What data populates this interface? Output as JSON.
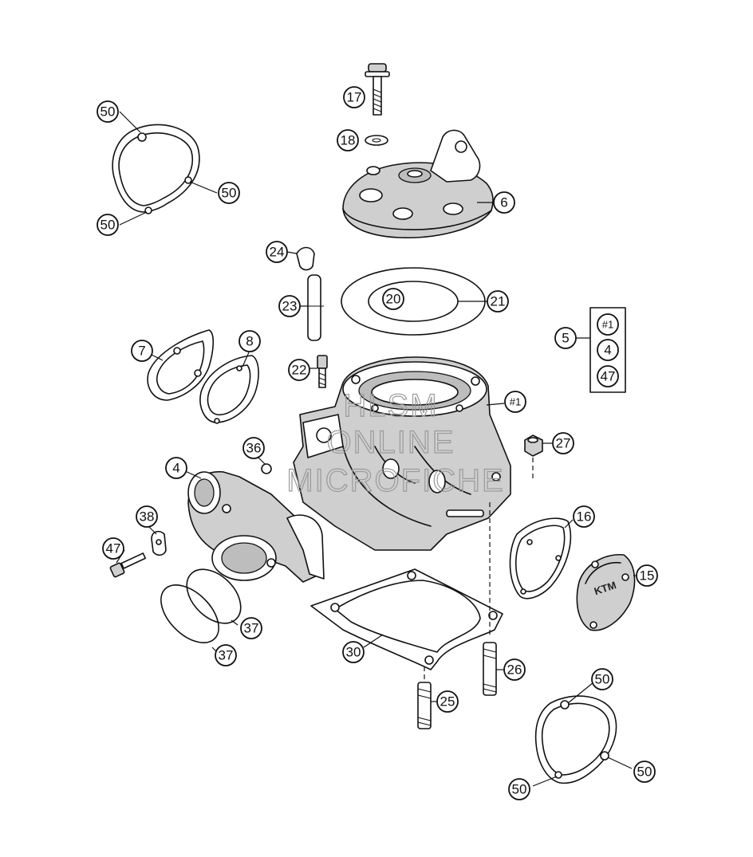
{
  "callouts": {
    "c17": "17",
    "c18": "18",
    "c6": "6",
    "c24": "24",
    "c23": "23",
    "c20": "20",
    "c21": "21",
    "c22": "22",
    "c7": "7",
    "c8": "8",
    "c5": "5",
    "c5a": "#1",
    "c5b": "4",
    "c5c": "47",
    "c1": "#1",
    "c27": "27",
    "c36": "36",
    "c4": "4",
    "c38": "38",
    "c47": "47",
    "c16": "16",
    "c15": "15",
    "c37a": "37",
    "c37b": "37",
    "c30": "30",
    "c26": "26",
    "c25": "25",
    "c50a": "50",
    "c50b": "50",
    "c50c": "50",
    "c50d": "50",
    "c50e": "50",
    "c50f": "50"
  },
  "watermark": {
    "line1": "HLSM",
    "line2": "ONLINE",
    "line3": "MICROFICHE"
  },
  "cover_logo": "KTM"
}
